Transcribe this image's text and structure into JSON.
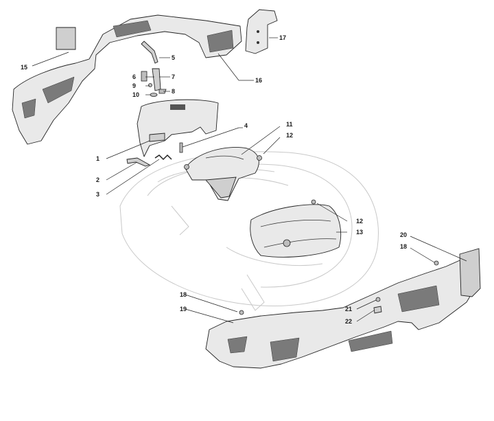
{
  "callouts": [
    {
      "number": "1"
    },
    {
      "number": "2"
    },
    {
      "number": "3"
    },
    {
      "number": "4"
    },
    {
      "number": "5"
    },
    {
      "number": "6"
    },
    {
      "number": "7"
    },
    {
      "number": "8"
    },
    {
      "number": "9"
    },
    {
      "number": "10"
    },
    {
      "number": "11"
    },
    {
      "number": "12"
    },
    {
      "number": "12"
    },
    {
      "number": "13"
    },
    {
      "number": "15"
    },
    {
      "number": "16"
    },
    {
      "number": "17"
    },
    {
      "number": "18"
    },
    {
      "number": "18"
    },
    {
      "number": "19"
    },
    {
      "number": "20"
    },
    {
      "number": "21"
    },
    {
      "number": "22"
    }
  ]
}
